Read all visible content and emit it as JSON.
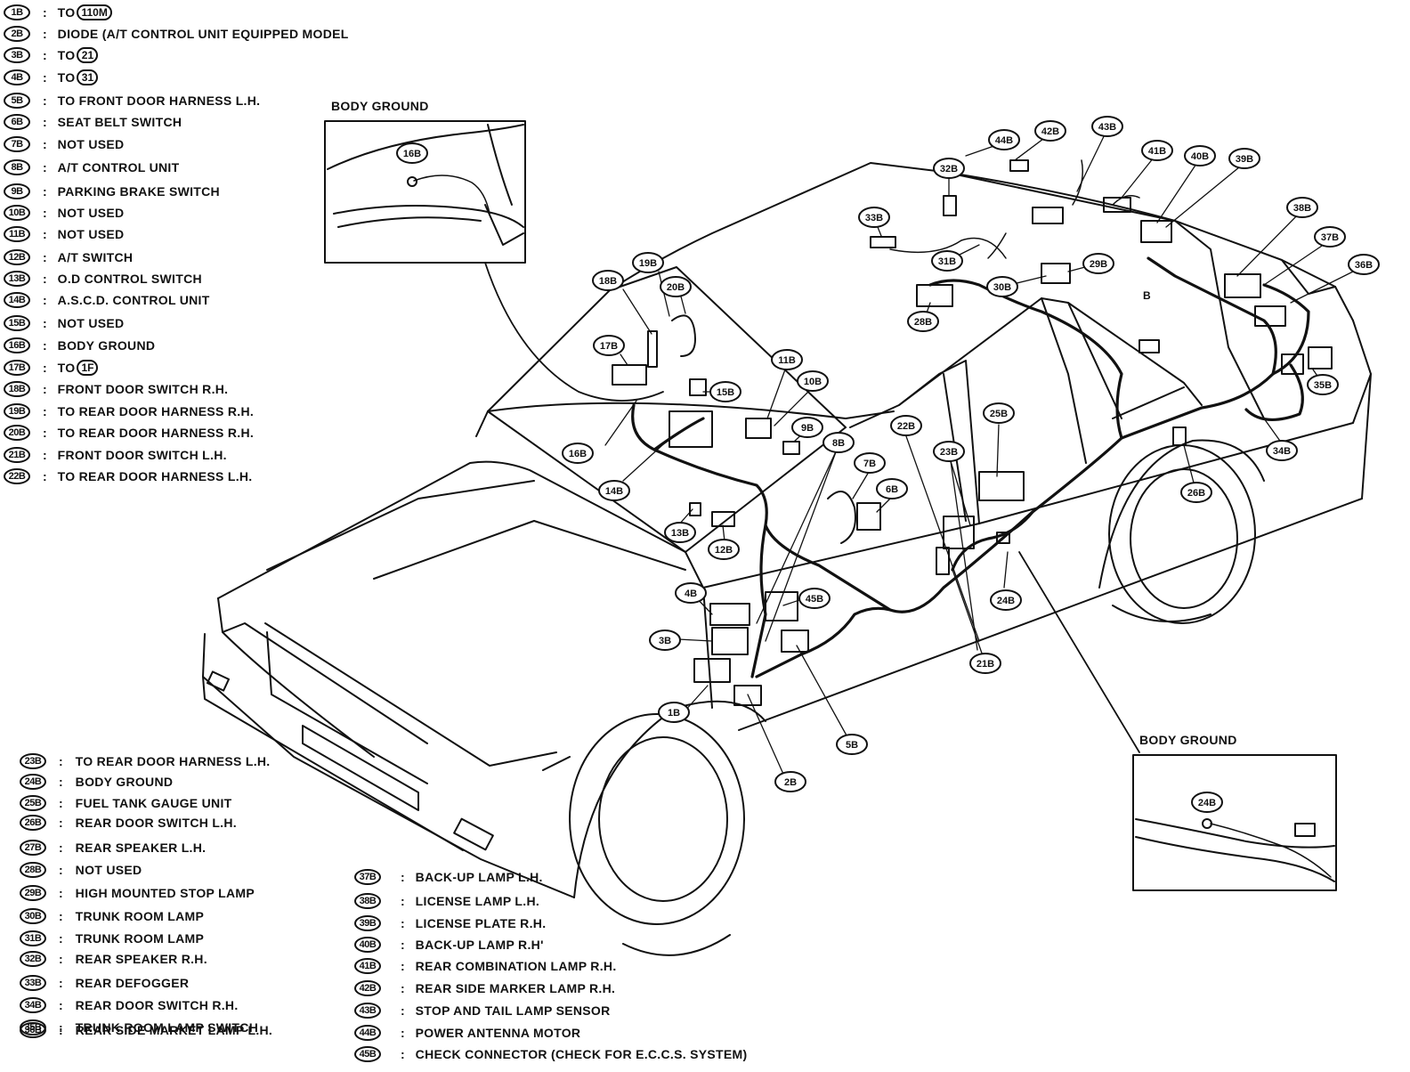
{
  "legend_top": [
    {
      "code": "1B",
      "prefix": "TO",
      "ref": "110M",
      "label": ""
    },
    {
      "code": "2B",
      "label": "DIODE (A/T CONTROL UNIT EQUIPPED MODEL"
    },
    {
      "code": "3B",
      "prefix": "TO",
      "ref": "21",
      "label": ""
    },
    {
      "code": "4B",
      "prefix": "TO",
      "ref": "31",
      "label": ""
    },
    {
      "code": "5B",
      "label": "TO FRONT DOOR HARNESS L.H."
    },
    {
      "code": "6B",
      "label": "SEAT BELT SWITCH"
    },
    {
      "code": "7B",
      "label": "NOT USED"
    },
    {
      "code": "8B",
      "label": "A/T CONTROL UNIT"
    },
    {
      "code": "9B",
      "label": "PARKING BRAKE SWITCH"
    },
    {
      "code": "10B",
      "label": "NOT USED"
    },
    {
      "code": "11B",
      "label": "NOT USED"
    },
    {
      "code": "12B",
      "label": "A/T SWITCH"
    },
    {
      "code": "13B",
      "label": "O.D CONTROL SWITCH"
    },
    {
      "code": "14B",
      "label": "A.S.C.D. CONTROL UNIT"
    },
    {
      "code": "15B",
      "label": "NOT USED"
    },
    {
      "code": "16B",
      "label": "BODY GROUND"
    },
    {
      "code": "17B",
      "prefix": "TO",
      "ref": "1F",
      "label": ""
    },
    {
      "code": "18B",
      "label": "FRONT DOOR SWITCH R.H."
    },
    {
      "code": "19B",
      "label": "TO REAR DOOR HARNESS R.H."
    },
    {
      "code": "20B",
      "label": "TO REAR DOOR HARNESS R.H."
    },
    {
      "code": "21B",
      "label": "FRONT DOOR SWITCH L.H."
    },
    {
      "code": "22B",
      "label": "TO REAR DOOR HARNESS L.H."
    }
  ],
  "legend_bottom_left": [
    {
      "code": "23B",
      "label": "TO REAR DOOR HARNESS L.H."
    },
    {
      "code": "24B",
      "label": "BODY GROUND"
    },
    {
      "code": "25B",
      "label": "FUEL TANK GAUGE UNIT"
    },
    {
      "code": "26B",
      "label": "REAR DOOR SWITCH L.H."
    },
    {
      "code": "27B",
      "label": "REAR SPEAKER L.H."
    },
    {
      "code": "28B",
      "label": "NOT USED"
    },
    {
      "code": "29B",
      "label": "HIGH MOUNTED STOP LAMP"
    },
    {
      "code": "30B",
      "label": "TRUNK ROOM LAMP"
    },
    {
      "code": "31B",
      "label": "TRUNK ROOM LAMP"
    },
    {
      "code": "32B",
      "label": "REAR SPEAKER R.H."
    },
    {
      "code": "33B",
      "label": "REAR DEFOGGER"
    },
    {
      "code": "34B",
      "label": "REAR DOOR SWITCH R.H."
    },
    {
      "code": "35B",
      "label": "TRUNK ROOM LAMP SWITCH"
    },
    {
      "code": "36B",
      "label": "REAR SIDE MARKET LAMP L.H."
    }
  ],
  "legend_bottom_mid": [
    {
      "code": "37B",
      "label": "BACK-UP LAMP L.H."
    },
    {
      "code": "38B",
      "label": "LICENSE LAMP L.H."
    },
    {
      "code": "39B",
      "label": "LICENSE PLATE R.H."
    },
    {
      "code": "40B",
      "label": "BACK-UP LAMP R.H'"
    },
    {
      "code": "41B",
      "label": "REAR COMBINATION LAMP R.H."
    },
    {
      "code": "42B",
      "label": "REAR SIDE MARKER LAMP R.H."
    },
    {
      "code": "43B",
      "label": "STOP AND TAIL LAMP SENSOR"
    },
    {
      "code": "44B",
      "label": "POWER ANTENNA MOTOR"
    },
    {
      "code": "45B",
      "label": "CHECK CONNECTOR (CHECK FOR E.C.C.S. SYSTEM)"
    }
  ],
  "inset_top": {
    "title": "BODY GROUND",
    "marker": "16B"
  },
  "inset_bottom": {
    "title": "BODY GROUND",
    "marker": "24B"
  },
  "diagram_callouts": [
    "1B",
    "2B",
    "3B",
    "4B",
    "5B",
    "6B",
    "7B",
    "8B",
    "9B",
    "10B",
    "11B",
    "12B",
    "13B",
    "14B",
    "15B",
    "16B",
    "17B",
    "18B",
    "19B",
    "20B",
    "21B",
    "22B",
    "23B",
    "24B",
    "25B",
    "26B",
    "28B",
    "29B",
    "30B",
    "31B",
    "32B",
    "33B",
    "34B",
    "35B",
    "36B",
    "37B",
    "38B",
    "39B",
    "40B",
    "41B",
    "42B",
    "43B",
    "44B",
    "45B"
  ],
  "trunk_letter": "B",
  "colors": {
    "ink": "#111111",
    "paper": "#ffffff"
  }
}
